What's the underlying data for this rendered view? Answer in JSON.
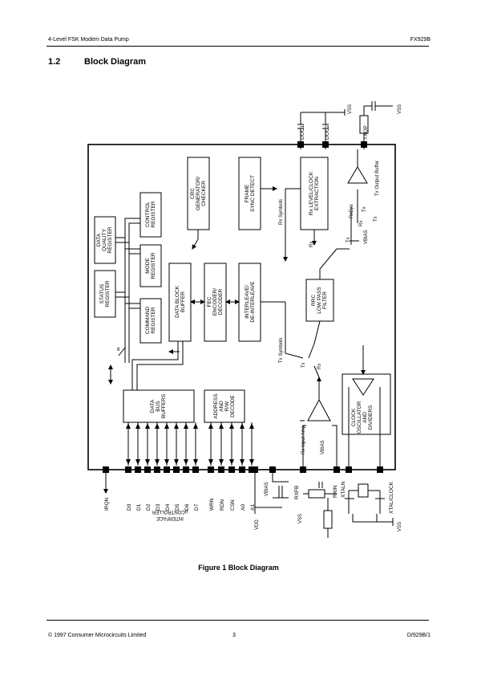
{
  "header": {
    "left": "4-Level FSK Modem Data Pump",
    "right": "FX929B"
  },
  "section": {
    "number": "1.2",
    "title": "Block Diagram"
  },
  "figure_caption": "Figure 1 Block Diagram",
  "footer": {
    "left": "© 1997 Consumer Microcircuits Limited",
    "center": "3",
    "right": "D/929B/1"
  },
  "blocks": {
    "data_quality": [
      "DATA",
      "QUALITY",
      "REGISTER"
    ],
    "control": [
      "CONTROL",
      "REGISTER"
    ],
    "mode": [
      "MODE",
      "REGISTER"
    ],
    "status": [
      "STATUS",
      "REGISTER"
    ],
    "command": [
      "COMMAND",
      "REGISTER"
    ],
    "data_block_buffer": [
      "DATA BLOCK",
      "BUFFER"
    ],
    "crc": [
      "CRC",
      "GENERATOR/",
      "CHECKER"
    ],
    "fec": [
      "FEC",
      "ENCODER/",
      "DECODER"
    ],
    "frame_sync": [
      "FRAME",
      "SYNC DETECT"
    ],
    "interleave": [
      "INTERLEAVE/",
      "DE-INTERLEAVE"
    ],
    "level_clock": [
      "Rx LEVEL/CLOCK",
      "EXTRACTION"
    ],
    "rrc_filter": [
      "RRC",
      "LOW PASS",
      "FILTER"
    ],
    "data_bus_buffers": [
      "DATA",
      "BUS",
      "BUFFERS"
    ],
    "address_decode": [
      "ADDRESS",
      "AND",
      "R/W",
      "DECODE"
    ],
    "clock_osc": [
      "CLOCK",
      "OSCILLATOR",
      "AND",
      "DIVIDERS"
    ]
  },
  "labels": {
    "bus_width": "8",
    "rx_symbols": "Rx Symbols",
    "tx_symbols": "Tx Symbols",
    "tx_output_buffer": "Tx Output Buffer",
    "rx_input_amp": "Rx Input Amp",
    "rx_eye": "RxEye",
    "rx": "Rx",
    "tx": "Tx",
    "vbias": "VBIAS",
    "vss": "VSS",
    "vdd": "VDD",
    "uc_interface": "µCONTROLLER",
    "interface": "INTERFACE"
  },
  "pins": {
    "irqn": "IRQN",
    "data": [
      "D0",
      "D1",
      "D2",
      "D3",
      "D4",
      "D5",
      "D6",
      "D7"
    ],
    "ctrl": [
      "WRN",
      "RDN",
      "CSN",
      "A0",
      "A1"
    ],
    "doc1": "DOC1",
    "doc2": "DOC2",
    "txop": "TXOP",
    "rxfb": "RXFB",
    "rxin": "RXIN",
    "xtaln": "XTALN",
    "xtal_clock": "XTAL/CLOCK"
  }
}
